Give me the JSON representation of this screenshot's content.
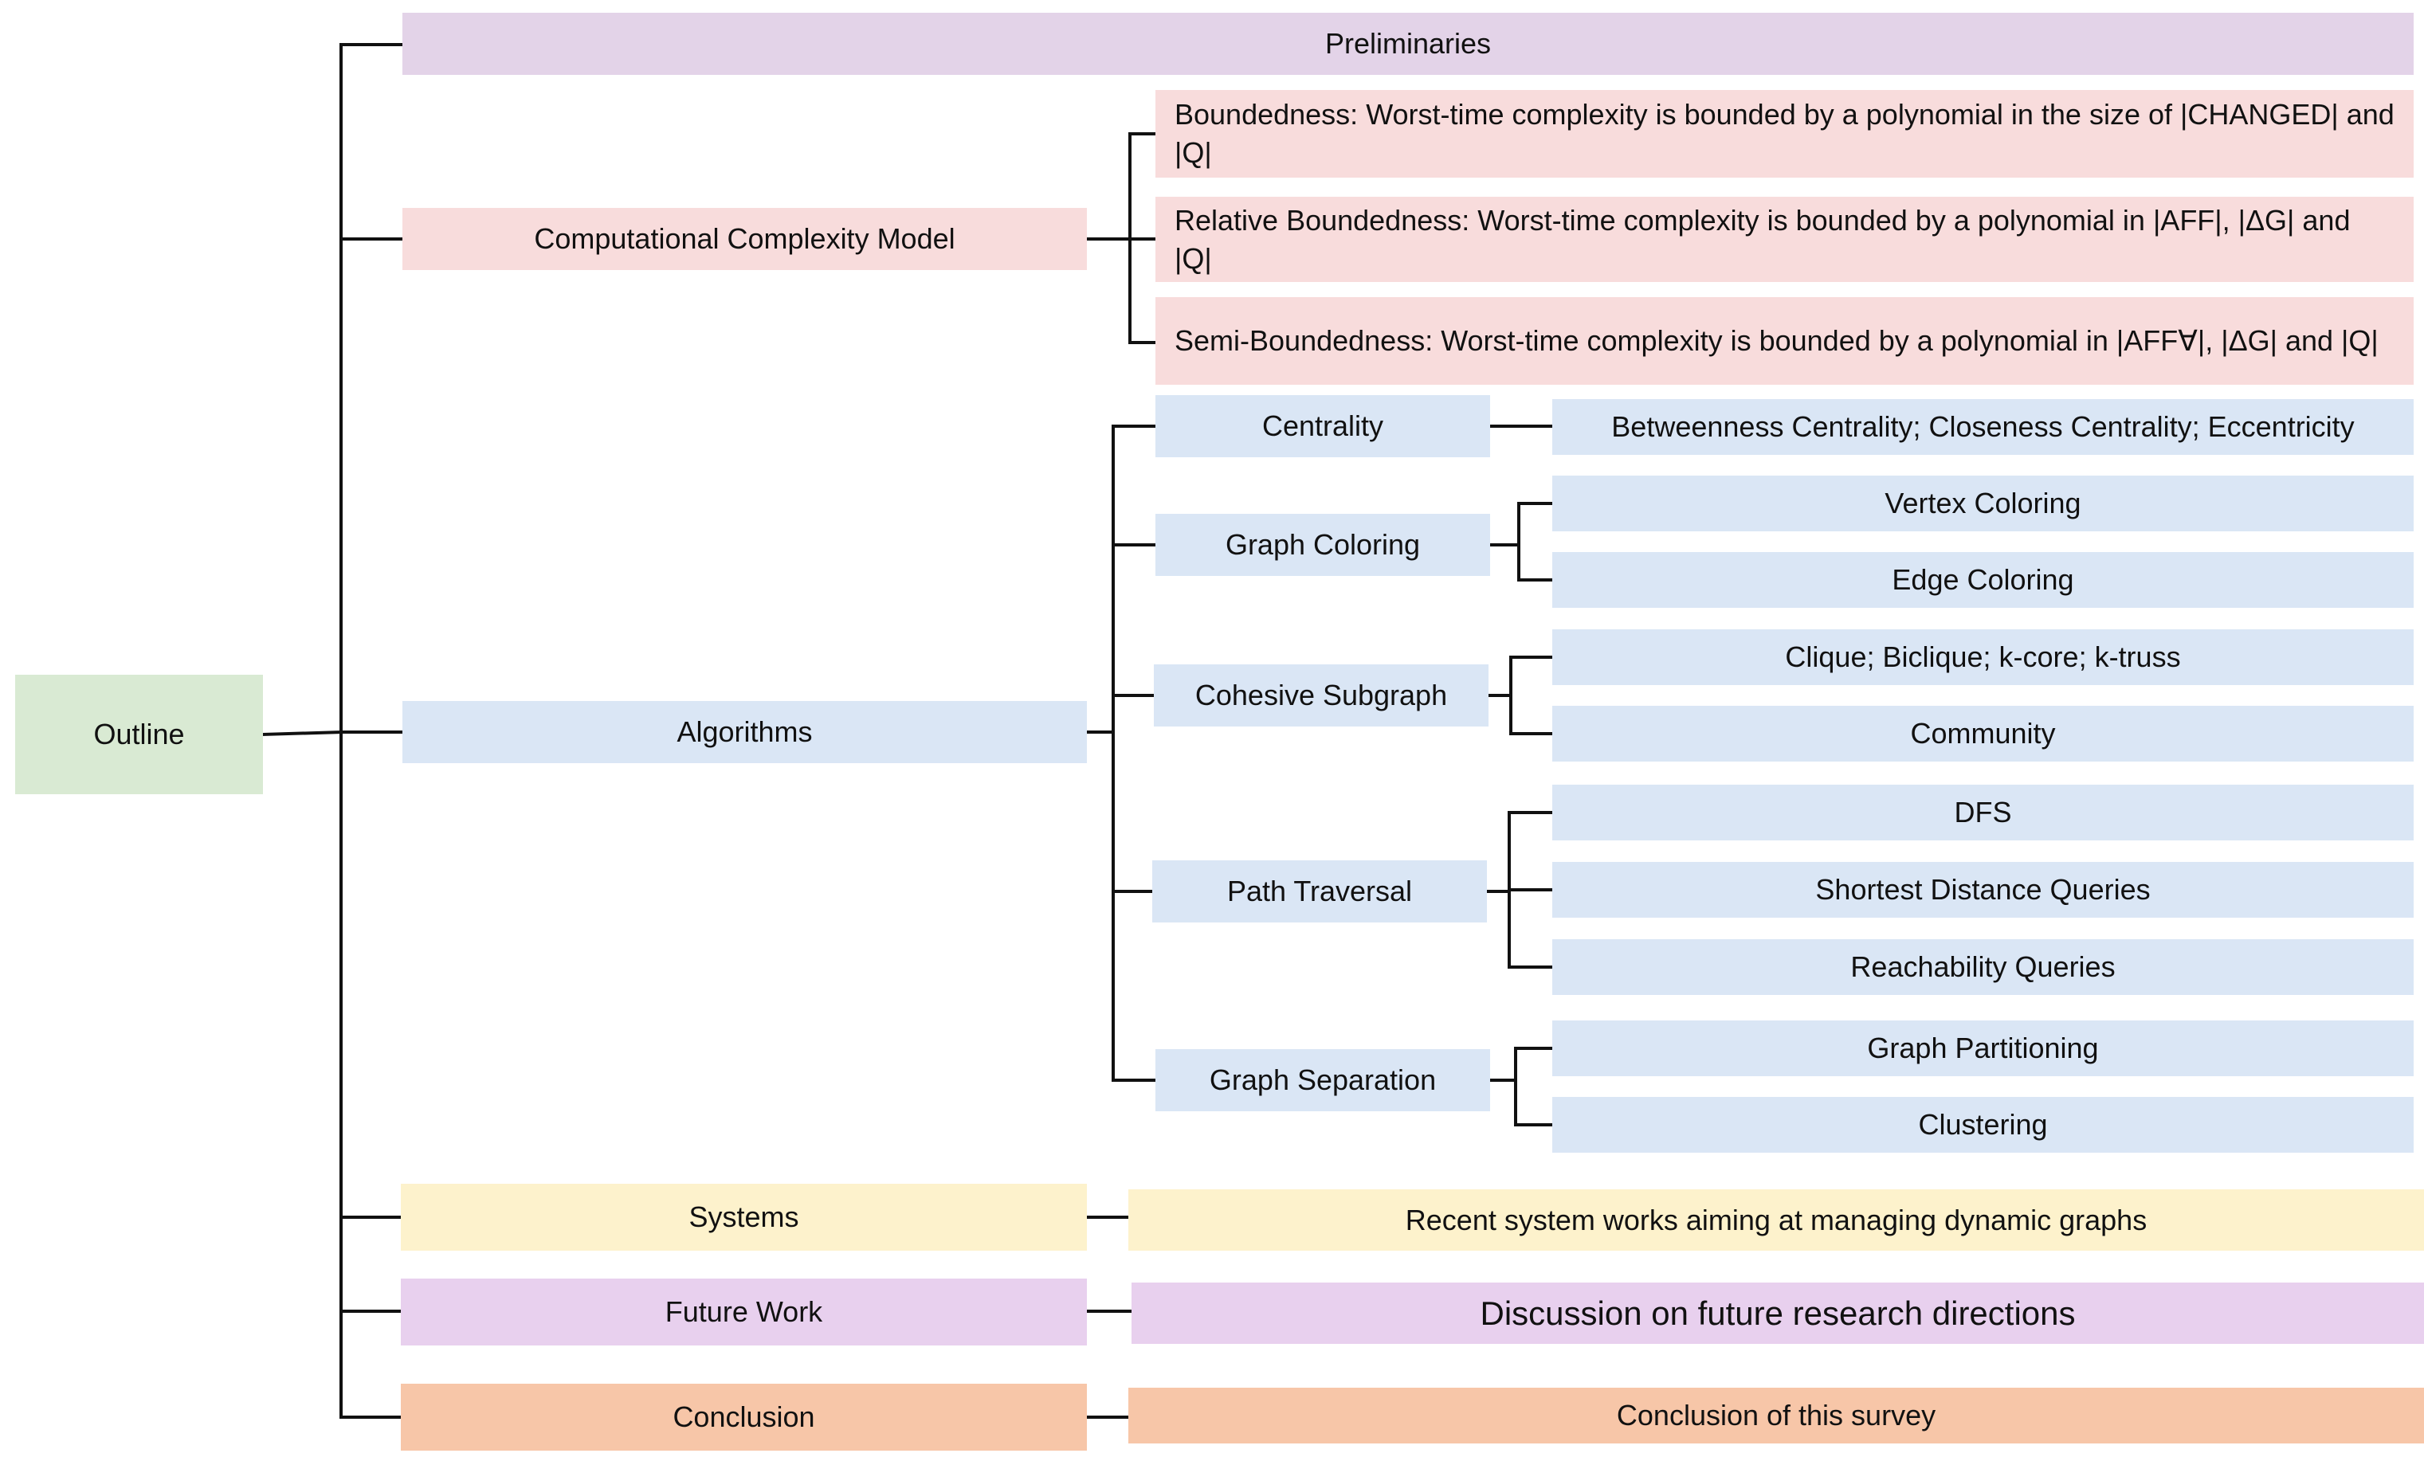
{
  "root": "Outline",
  "sections": {
    "preliminaries": "Preliminaries",
    "complexity": "Computational Complexity Model",
    "algorithms": "Algorithms",
    "systems": "Systems",
    "future_work": "Future Work",
    "conclusion": "Conclusion"
  },
  "complexity_items": [
    "Boundedness: Worst-time complexity  is bounded by a polynomial in the size of |CHANGED| and |Q|",
    "Relative Boundedness: Worst-time complexity  is bounded by a polynomial in |AFF|, |ΔG| and |Q|",
    "Semi-Boundedness: Worst-time complexity  is bounded by a polynomial in  |AFF∀|, |ΔG| and |Q|"
  ],
  "algorithm_groups": {
    "centrality": {
      "label": "Centrality",
      "items": [
        "Betweenness Centrality; Closeness Centrality; Eccentricity"
      ]
    },
    "graph_coloring": {
      "label": "Graph Coloring",
      "items": [
        "Vertex Coloring",
        "Edge Coloring"
      ]
    },
    "cohesive_subgraph": {
      "label": "Cohesive Subgraph",
      "items": [
        "Clique; Biclique; k-core; k-truss",
        "Community"
      ]
    },
    "path_traversal": {
      "label": "Path Traversal",
      "items": [
        "DFS",
        "Shortest Distance Queries",
        "Reachability Queries"
      ]
    },
    "graph_separation": {
      "label": "Graph Separation",
      "items": [
        "Graph Partitioning",
        "Clustering"
      ]
    }
  },
  "details": {
    "systems": "Recent system works aiming at managing dynamic graphs",
    "future_work": "Discussion on future research directions",
    "conclusion": "Conclusion of this survey"
  },
  "colors": {
    "root": "#d9ead3",
    "preliminaries": "#e3d3e8",
    "complexity": "#f8dcdc",
    "algorithms": "#dae6f5",
    "systems": "#fdf2cc",
    "future_work": "#e8d0ee",
    "conclusion": "#f7c6a8",
    "connector": "#111111"
  }
}
